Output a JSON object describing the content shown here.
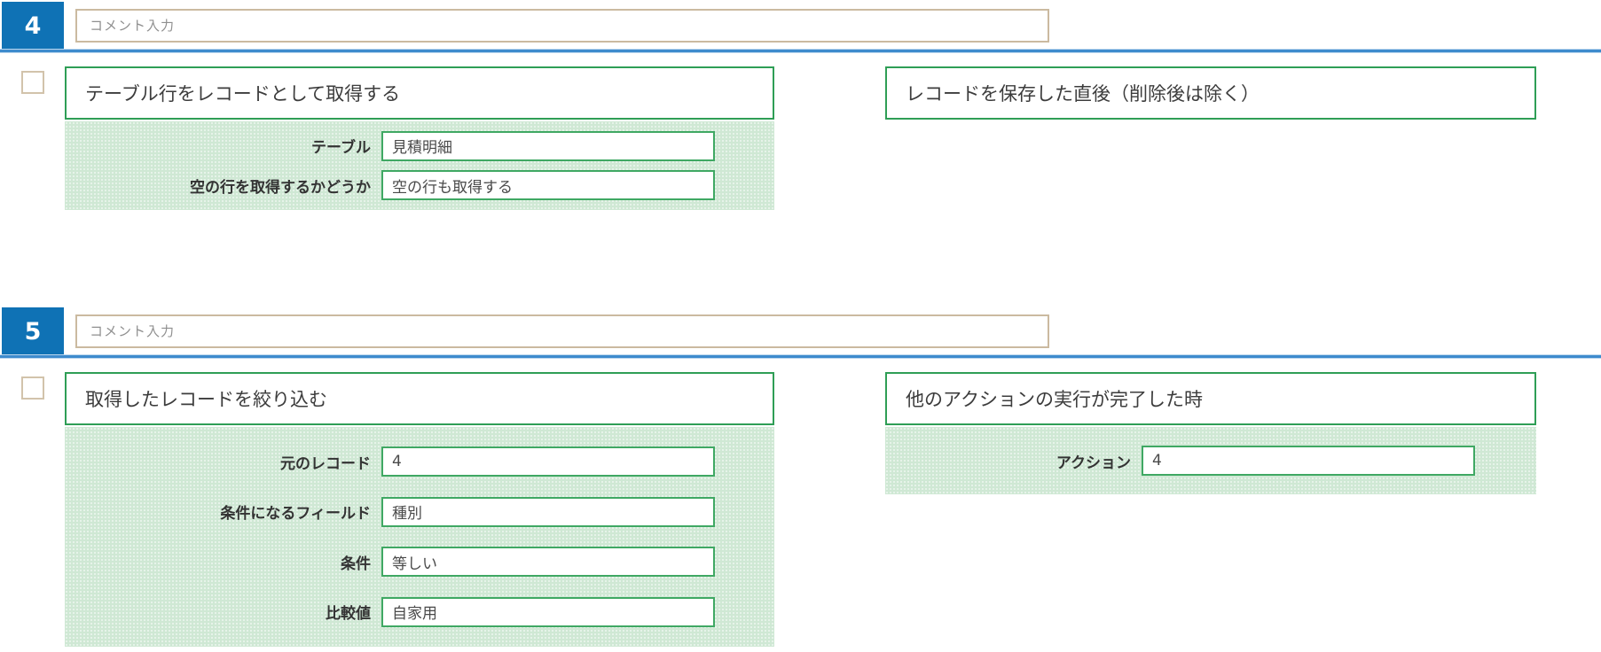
{
  "colors": {
    "accent_blue": "#0f72b5",
    "divider_blue": "#3e8bcd",
    "green_border": "#2f9e56",
    "input_green_border": "#3fa863",
    "panel_green_bg": "#cfe8d4",
    "tan_border": "#cbbaa0"
  },
  "actions": [
    {
      "number": "4",
      "comment_placeholder": "コメント入力",
      "action": {
        "title": "テーブル行をレコードとして取得する",
        "fields": [
          {
            "label": "テーブル",
            "value": "見積明細"
          },
          {
            "label": "空の行を取得するかどうか",
            "value": "空の行も取得する"
          }
        ]
      },
      "trigger": {
        "title": "レコードを保存した直後（削除後は除く）",
        "fields": []
      }
    },
    {
      "number": "5",
      "comment_placeholder": "コメント入力",
      "action": {
        "title": "取得したレコードを絞り込む",
        "fields": [
          {
            "label": "元のレコード",
            "value": "4"
          },
          {
            "label": "条件になるフィールド",
            "value": "種別"
          },
          {
            "label": "条件",
            "value": "等しい"
          },
          {
            "label": "比較値",
            "value": "自家用"
          }
        ]
      },
      "trigger": {
        "title": "他のアクションの実行が完了した時",
        "fields": [
          {
            "label": "アクション",
            "value": "4"
          }
        ]
      }
    }
  ]
}
